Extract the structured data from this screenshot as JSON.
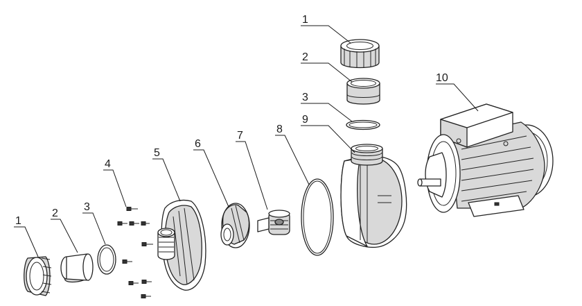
{
  "labels": {
    "l1_top": "1",
    "l2_top": "2",
    "l3_top": "3",
    "l1_bot": "1",
    "l2_bot": "2",
    "l3_bot": "3",
    "l4": "4",
    "l5": "5",
    "l6": "6",
    "l7": "7",
    "l8": "8",
    "l9": "9",
    "l10": "10"
  }
}
